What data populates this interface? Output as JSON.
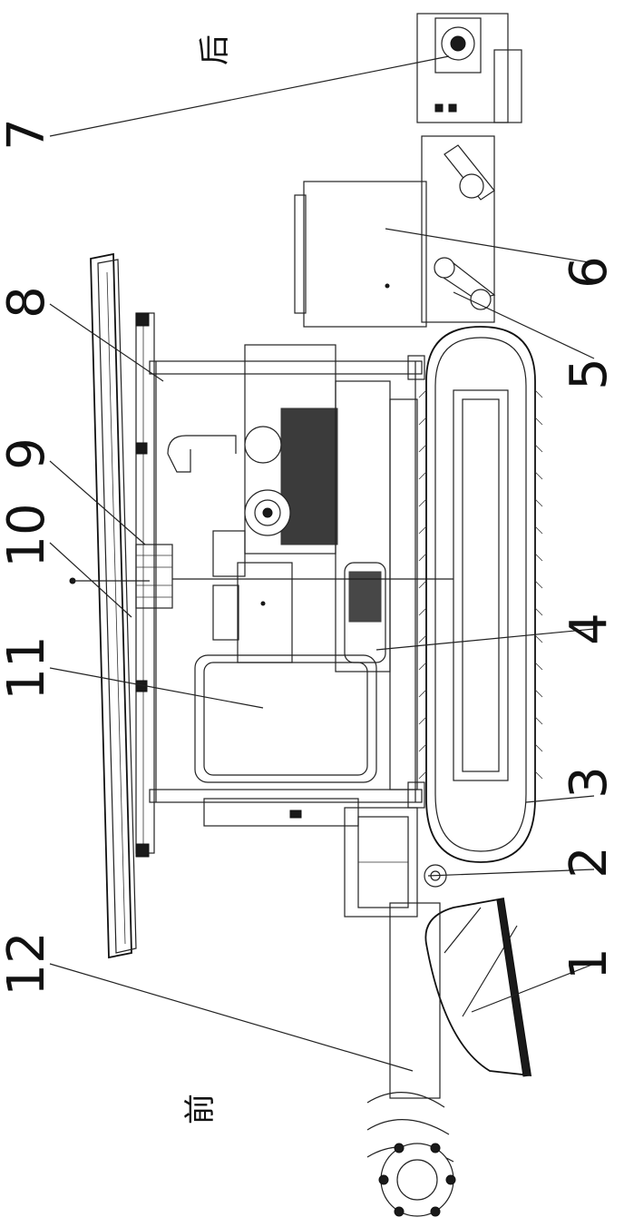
{
  "labels": {
    "l1": "1",
    "l2": "2",
    "l3": "3",
    "l4": "4",
    "l5": "5",
    "l6": "6",
    "l7": "7",
    "l8": "8",
    "l9": "9",
    "l10": "10",
    "l11": "11",
    "l12": "12"
  },
  "directions": {
    "rear": "后",
    "front": "前"
  }
}
